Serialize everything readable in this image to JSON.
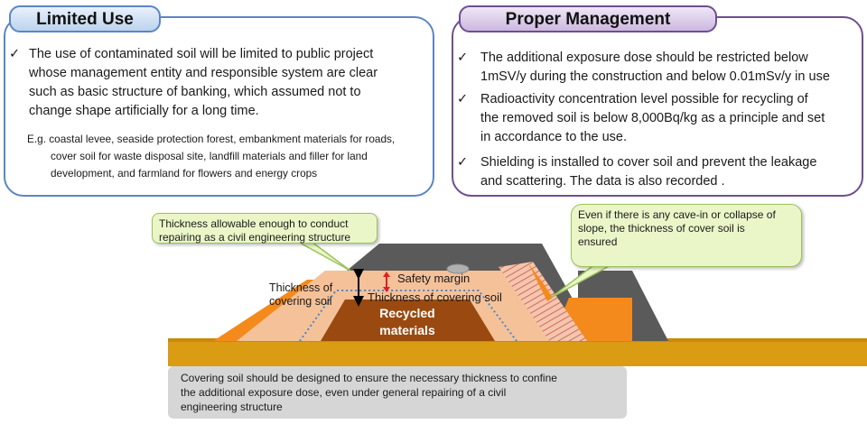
{
  "limited_use": {
    "title": "Limited Use",
    "check": "✓",
    "bullet_lines": [
      "The use of  contaminated soil will be limited to public project",
      "whose management entity and responsible system are clear",
      "such as basic structure of banking, which assumed not to",
      "change shape artificially for a long time."
    ],
    "example_lines": [
      "E.g. coastal levee, seaside protection forest, embankment materials for roads,",
      "cover soil for waste disposal site, landfill materials and filler for land",
      "development, and farmland for flowers and energy crops"
    ]
  },
  "proper_management": {
    "title": "Proper Management",
    "check": "✓",
    "bullets": [
      {
        "lines": [
          "The additional exposure dose should be restricted below",
          "1mSV/y during the construction and below 0.01mSv/y in use"
        ]
      },
      {
        "lines": [
          "Radioactivity concentration level possible for recycling of",
          "the removed soil is below 8,000Bq/kg as a principle and set",
          "in accordance to the use."
        ]
      },
      {
        "lines": [
          "Shielding is installed to cover soil  and prevent the leakage",
          "and scattering.  The data is also recorded ."
        ]
      }
    ]
  },
  "diagram": {
    "callout_left": [
      "Thickness allowable enough to conduct",
      "repairing as a civil engineering structure"
    ],
    "callout_right": [
      "Even if there is any cave-in or collapse of",
      "slope, the thickness of cover soil is",
      "ensured"
    ],
    "label_thickness_cover_left": [
      "Thickness of",
      "covering soil"
    ],
    "label_safety_margin": "Safety margin",
    "label_thickness_cover_center": "Thickness of covering soil",
    "label_recycled": [
      "Recycled",
      "materials"
    ],
    "bottom_note": [
      "Covering soil should be designed to ensure the necessary thickness to confine",
      "the additional exposure dose, even under general repairing of a civil",
      "engineering structure"
    ],
    "colors": {
      "ground": "#d99c12",
      "cover_soil": "#f5c199",
      "recycled": "#9a4a10",
      "orange_slope": "#f48a1c",
      "dark_grey": "#5a5a5a",
      "callout_fill": "#eaf6c8",
      "arrow_red": "#e02020"
    }
  }
}
